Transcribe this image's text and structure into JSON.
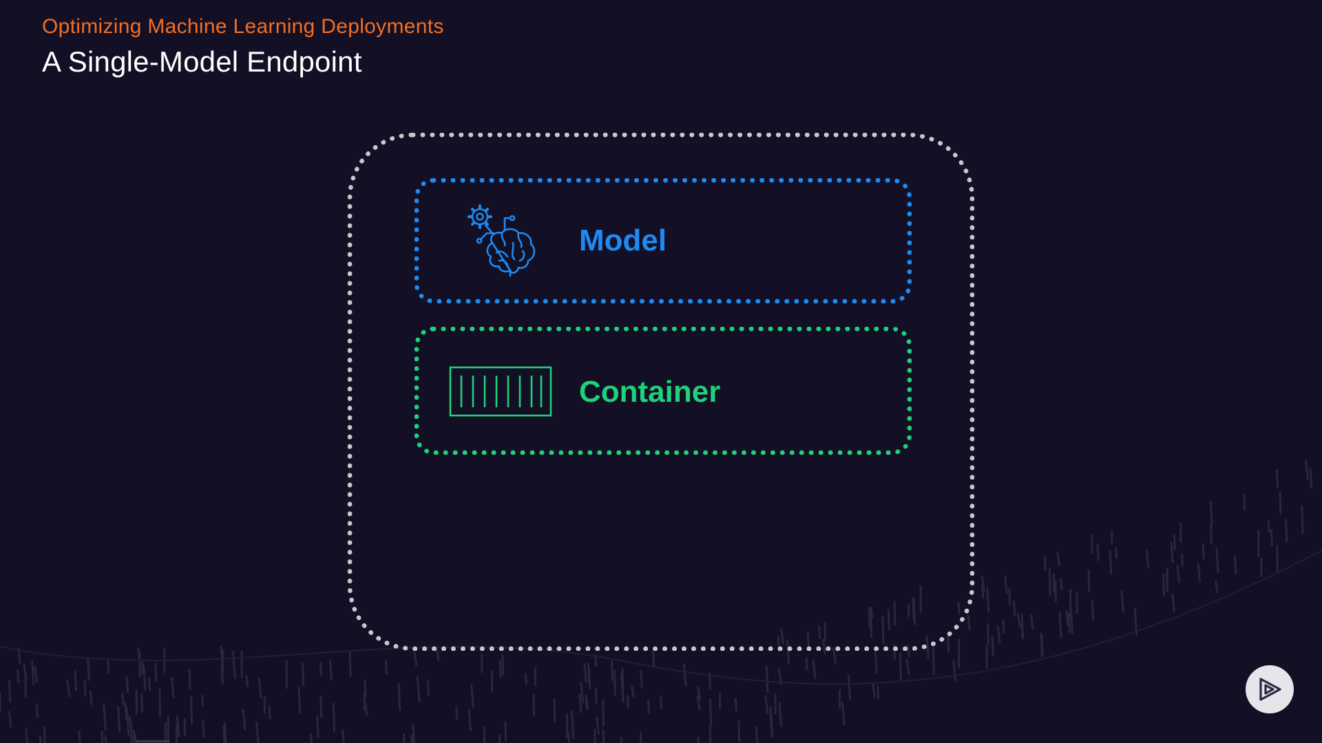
{
  "header": {
    "course_title": "Optimizing Machine Learning Deployments",
    "slide_title": "A Single-Model Endpoint"
  },
  "diagram": {
    "model": {
      "label": "Model",
      "icon": "brain-gear-icon"
    },
    "container": {
      "label": "Container",
      "icon": "shipping-container-icon"
    }
  },
  "controls": {
    "play_icon": "play-icon"
  },
  "colors": {
    "background": "#130f25",
    "accent_orange": "#f26f21",
    "model_blue": "#1d8bf2",
    "container_green": "#1fd17a",
    "endpoint_border": "#c8c8cc"
  }
}
